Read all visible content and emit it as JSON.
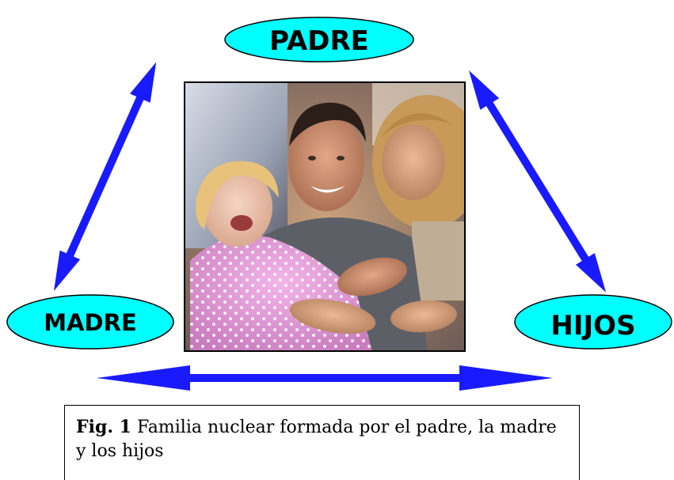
{
  "nodes": {
    "padre": "PADRE",
    "madre": "MADRE",
    "hijos": "HIJOS"
  },
  "caption": {
    "label": "Fig. 1",
    "text": " Familia nuclear formada por el padre, la madre y los hijos"
  },
  "colors": {
    "node_fill": "#00ffff",
    "arrow": "#1a1aff",
    "text": "#000000"
  },
  "photo": {
    "description_icon": "family-photo"
  }
}
